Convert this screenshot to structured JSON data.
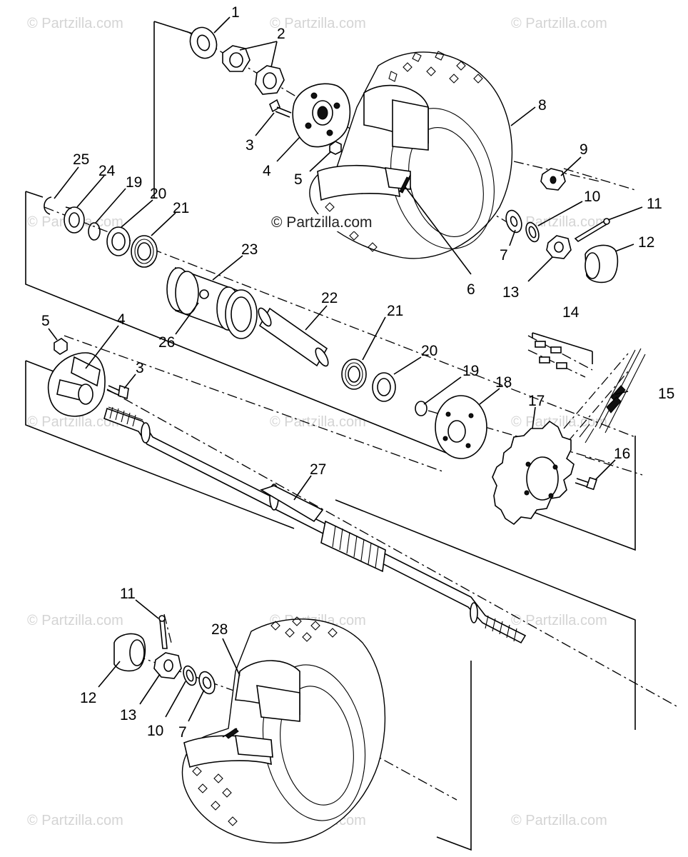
{
  "watermark": "© Partzilla.com",
  "center_watermark": "© Partzilla.com",
  "labels": {
    "p1": "1",
    "p2": "2",
    "p3": "3",
    "p4": "4",
    "p5": "5",
    "p6": "6",
    "p7": "7",
    "p8": "8",
    "p9": "9",
    "p10": "10",
    "p11": "11",
    "p12": "12",
    "p13": "13",
    "p14": "14",
    "p15": "15",
    "p16": "16",
    "p17": "17",
    "p18": "18",
    "p19": "19",
    "p20": "20",
    "p21": "21",
    "p22": "22",
    "p23": "23",
    "p24": "24",
    "p25": "25",
    "p26": "26",
    "p27": "27",
    "p28": "28"
  }
}
